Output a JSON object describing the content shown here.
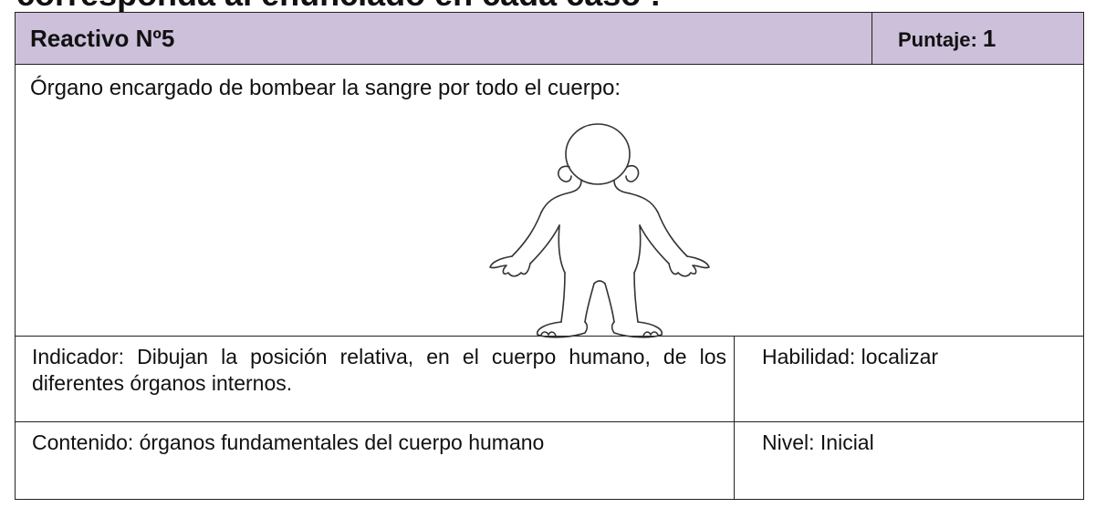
{
  "partial_heading": "corresponda al enunciado en cada caso :",
  "item": {
    "title": "Reactivo Nº5",
    "score_label": "Puntaje:",
    "score_value": "1"
  },
  "question": "Órgano encargado de bombear la sangre por todo el cuerpo:",
  "figure_icon": "human-body-outline-icon",
  "indicator": "Indicador: Dibujan la posición relativa, en el cuerpo humano, de los diferentes órganos internos.",
  "skill": "Habilidad: localizar",
  "content": "Contenido: órganos fundamentales del cuerpo humano",
  "level": "Nivel: Inicial",
  "colors": {
    "header_bg": "#ccc0da",
    "border": "#222222"
  }
}
